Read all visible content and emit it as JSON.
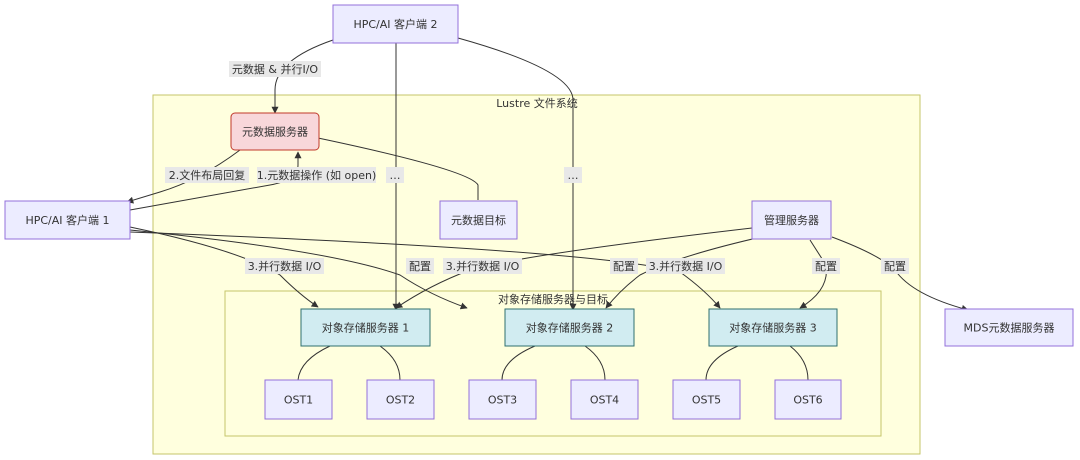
{
  "diagram": {
    "clusters": {
      "lustre": "Lustre 文件系统",
      "oss_group": "对象存储服务器与目标"
    },
    "nodes": {
      "client2": "HPC/AI 客户端 2",
      "client1": "HPC/AI 客户端 1",
      "mds": "元数据服务器",
      "mdt": "元数据目标",
      "mgs": "管理服务器",
      "mds_external": "MDS元数据服务器",
      "oss1": "对象存储服务器 1",
      "oss2": "对象存储服务器 2",
      "oss3": "对象存储服务器 3",
      "ost1": "OST1",
      "ost2": "OST2",
      "ost3": "OST3",
      "ost4": "OST4",
      "ost5": "OST5",
      "ost6": "OST6"
    },
    "edge_labels": {
      "meta_io": "元数据 & 并行I/O",
      "layout_reply": "2.文件布局回复",
      "meta_op": "1.元数据操作 (如 open)",
      "ellipsis_a": "…",
      "ellipsis_b": "…",
      "io1": "3.并行数据 I/O",
      "io2": "3.并行数据 I/O",
      "io3": "3.并行数据 I/O",
      "cfg1": "配置",
      "cfg2": "配置",
      "cfg3": "配置",
      "cfg4": "配置"
    },
    "colors": {
      "cluster_fill": "#ffffde",
      "cluster_stroke": "#c6c66a",
      "node_fill": "#ececff",
      "node_stroke": "#9370db",
      "mds_fill": "#f8d7da",
      "mds_stroke": "#c0392b",
      "oss_fill": "#d1ecf1",
      "oss_stroke": "#2f6f6f",
      "edge": "#333333",
      "label_bg": "#e8e8e8"
    }
  }
}
